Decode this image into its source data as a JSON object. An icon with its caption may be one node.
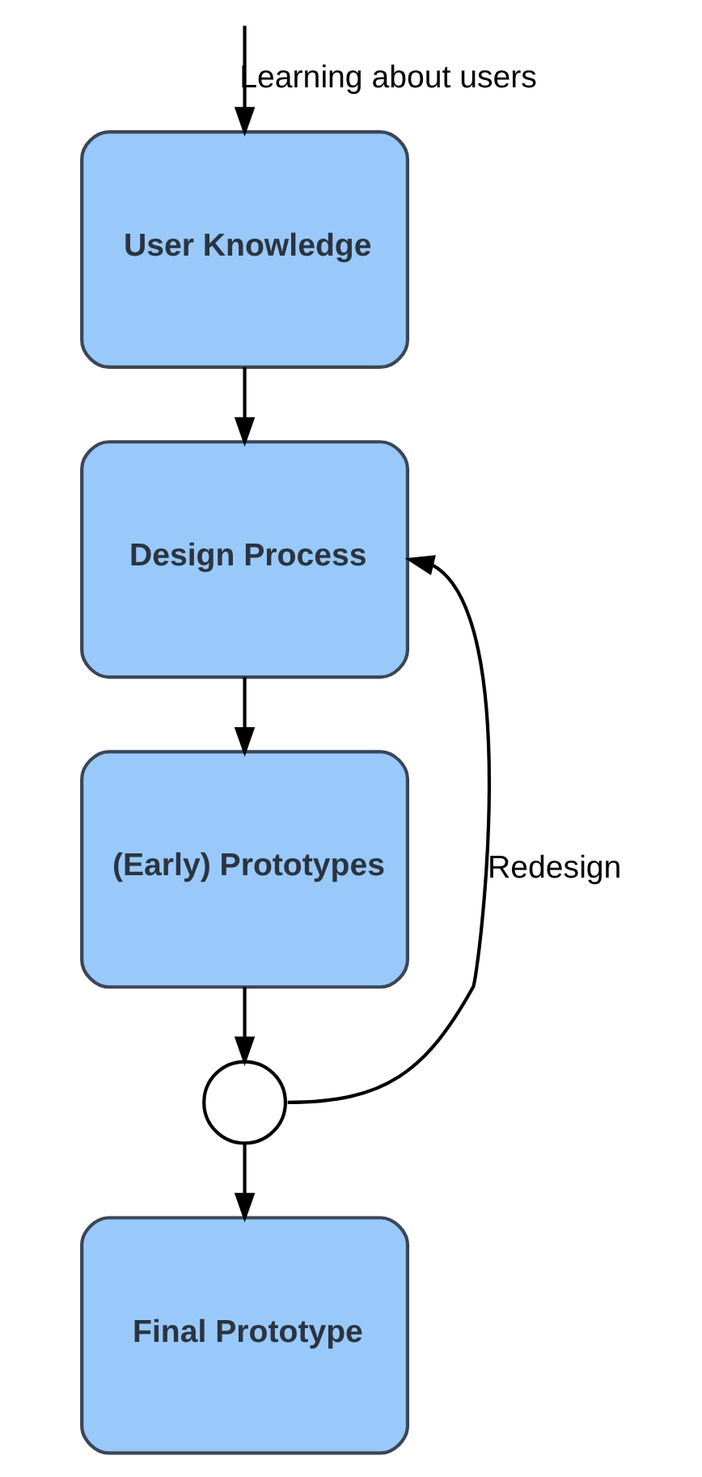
{
  "diagram": {
    "nodes": [
      {
        "text": [
          "User Knowledge"
        ]
      },
      {
        "text": [
          "Design Process"
        ]
      },
      {
        "text": [
          "(Early) Prototypes"
        ]
      },
      {
        "text": [],
        "shape": "circle"
      },
      {
        "text": [
          "Final Prototype"
        ]
      }
    ],
    "edges": [
      {
        "from": null,
        "to": 0,
        "arrow": "to",
        "label": "Learning about users"
      },
      {
        "from": 0,
        "to": 1,
        "arrow": "to"
      },
      {
        "from": 1,
        "to": 2,
        "arrow": "to"
      },
      {
        "from": 2,
        "to": 3,
        "arrow": "to"
      },
      {
        "from": 3,
        "to": 4,
        "arrow": "to"
      },
      {
        "from": 3,
        "to": 1,
        "arrow": "to",
        "label": "Redesign"
      }
    ]
  }
}
